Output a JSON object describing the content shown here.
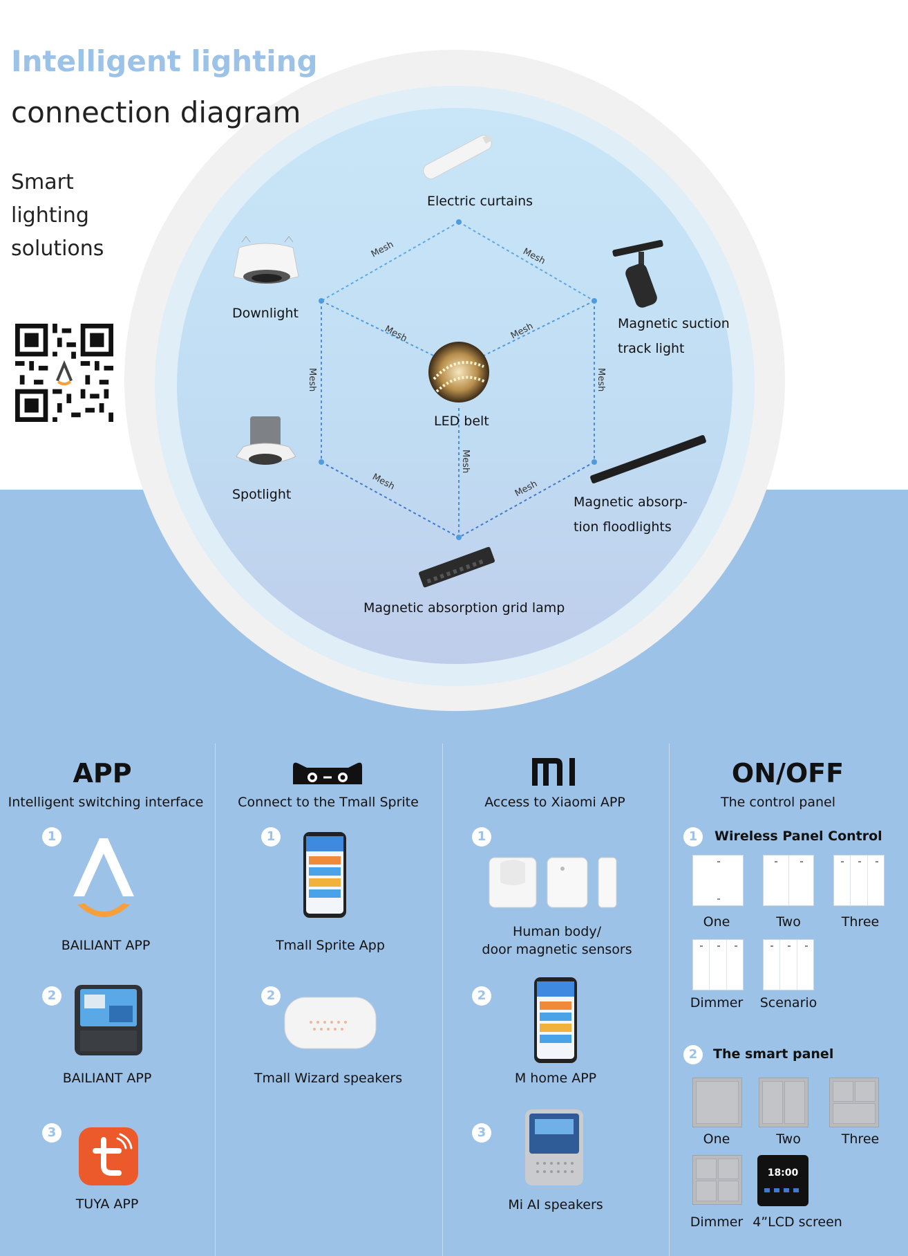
{
  "header": {
    "title_line1": "Intelligent lighting",
    "title_line2": "connection diagram",
    "subtitle_lines": [
      "Smart",
      "lighting",
      "solutions"
    ]
  },
  "diagram": {
    "mesh_label": "Mesh",
    "devices": {
      "curtains": "Electric curtains",
      "downlight": "Downlight",
      "track_light_1": "Magnetic suction",
      "track_light_2": "track light",
      "led_belt": "LED belt",
      "spotlight": "Spotlight",
      "flood_1": "Magnetic absorp-",
      "flood_2": "tion floodlights",
      "grid_lamp": "Magnetic absorption grid lamp"
    }
  },
  "columns": {
    "app": {
      "heading": "APP",
      "subheading": "Intelligent switching interface",
      "items": [
        {
          "num": "1",
          "label": "BAILIANT APP"
        },
        {
          "num": "2",
          "label": "BAILIANT APP"
        },
        {
          "num": "3",
          "label": "TUYA APP"
        }
      ]
    },
    "tmall": {
      "subheading": "Connect to the Tmall Sprite",
      "items": [
        {
          "num": "1",
          "label": "Tmall Sprite App"
        },
        {
          "num": "2",
          "label": "Tmall Wizard speakers"
        }
      ]
    },
    "xiaomi": {
      "subheading": "Access to Xiaomi APP",
      "items": [
        {
          "num": "1",
          "label_1": "Human body/",
          "label_2": "door magnetic sensors"
        },
        {
          "num": "2",
          "label": "M home APP"
        },
        {
          "num": "3",
          "label": "Mi AI speakers"
        }
      ]
    },
    "onoff": {
      "heading": "ON/OFF",
      "subheading": "The control panel",
      "wireless": {
        "num": "1",
        "title": "Wireless Panel Control",
        "items": [
          "One",
          "Two",
          "Three",
          "Dimmer",
          "Scenario"
        ]
      },
      "smart": {
        "num": "2",
        "title": "The smart panel",
        "items": [
          "One",
          "Two",
          "Three",
          "Dimmer",
          "4”LCD screen"
        ],
        "lcd_time": "18:00"
      }
    }
  },
  "colors": {
    "accent": "#9cc2e7",
    "tuya_orange": "#ec5a2b",
    "app_orange": "#f5a03c"
  }
}
